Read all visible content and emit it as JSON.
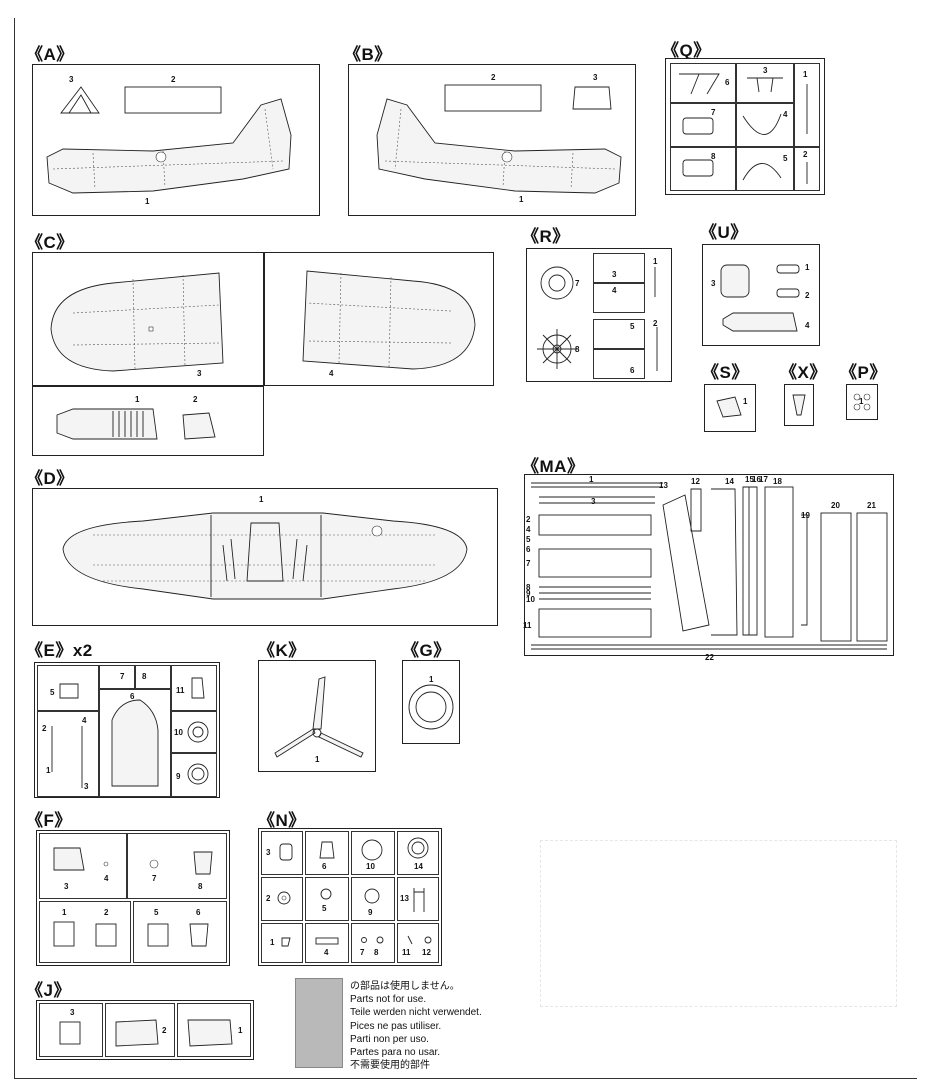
{
  "sections": {
    "A": {
      "label": "《A》",
      "parts": [
        "1",
        "2",
        "3"
      ]
    },
    "B": {
      "label": "《B》",
      "parts": [
        "1",
        "2",
        "3"
      ]
    },
    "Q": {
      "label": "《Q》",
      "parts": [
        "1",
        "2",
        "3",
        "4",
        "5",
        "6",
        "7",
        "8"
      ]
    },
    "C": {
      "label": "《C》",
      "parts": [
        "1",
        "2",
        "3",
        "4"
      ]
    },
    "R": {
      "label": "《R》",
      "parts": [
        "1",
        "2",
        "3",
        "4",
        "5",
        "6",
        "7",
        "8"
      ]
    },
    "U": {
      "label": "《U》",
      "parts": [
        "1",
        "2",
        "3",
        "4"
      ]
    },
    "S": {
      "label": "《S》",
      "parts": [
        "1"
      ]
    },
    "X": {
      "label": "《X》",
      "parts": []
    },
    "P": {
      "label": "《P》",
      "parts": [
        "1"
      ]
    },
    "D": {
      "label": "《D》",
      "parts": [
        "1"
      ]
    },
    "MA": {
      "label": "《MA》",
      "parts": [
        "1",
        "2",
        "3",
        "4",
        "5",
        "6",
        "7",
        "8",
        "9",
        "10",
        "11",
        "12",
        "13",
        "14",
        "15",
        "16",
        "17",
        "18",
        "19",
        "20",
        "21",
        "22"
      ]
    },
    "E": {
      "label": "《E》x2",
      "parts": [
        "1",
        "2",
        "3",
        "4",
        "5",
        "6",
        "7",
        "8",
        "9",
        "10",
        "11"
      ]
    },
    "K": {
      "label": "《K》",
      "parts": [
        "1"
      ]
    },
    "G": {
      "label": "《G》",
      "parts": [
        "1"
      ]
    },
    "F": {
      "label": "《F》",
      "parts": [
        "1",
        "2",
        "3",
        "4",
        "5",
        "6",
        "7",
        "8"
      ]
    },
    "N": {
      "label": "《N》",
      "parts": [
        "1",
        "2",
        "3",
        "4",
        "5",
        "6",
        "7",
        "8",
        "9",
        "10",
        "11",
        "12",
        "13",
        "14"
      ]
    },
    "J": {
      "label": "《J》",
      "parts": [
        "1",
        "2",
        "3"
      ]
    }
  },
  "legend": {
    "lines": [
      "の部品は使用しません。",
      "Parts not for use.",
      "Teile werden nicht verwendet.",
      "Pices  ne pas utiliser.",
      "Parti non per uso.",
      "Partes para no usar.",
      "不需要使用的部件"
    ],
    "swatch_color": "#b9b9b9"
  }
}
